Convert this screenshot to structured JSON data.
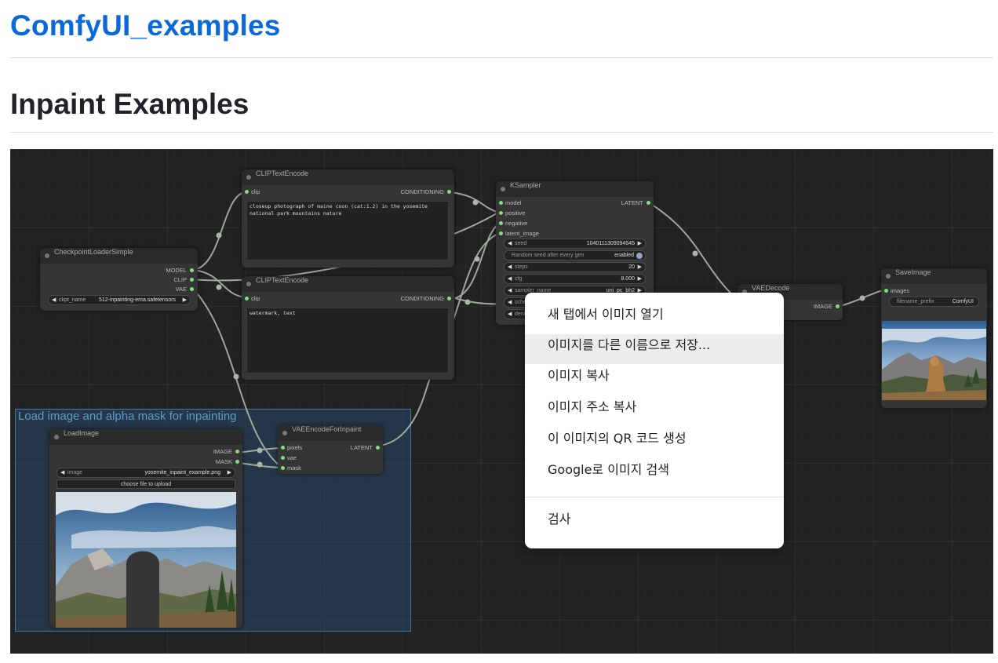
{
  "site": {
    "title": "ComfyUI_examples"
  },
  "page": {
    "heading": "Inpaint Examples"
  },
  "workflow": {
    "group": {
      "title": "Load image and alpha mask for inpainting"
    },
    "nodes": {
      "checkpoint": {
        "title": "CheckpointLoaderSimple",
        "outputs": [
          "MODEL",
          "CLIP",
          "VAE"
        ],
        "widget": {
          "label": "ckpt_name",
          "value": "512-inpainting-ema.safetensors"
        }
      },
      "clip_pos": {
        "title": "CLIPTextEncode",
        "input": "clip",
        "output": "CONDITIONING",
        "text": "closeup photograph of maine coon (cat:1.2) in the yosemite national park mountains nature"
      },
      "clip_neg": {
        "title": "CLIPTextEncode",
        "input": "clip",
        "output": "CONDITIONING",
        "text": "watermark, text"
      },
      "ksampler": {
        "title": "KSampler",
        "inputs": [
          "model",
          "positive",
          "negative",
          "latent_image"
        ],
        "output": "LATENT",
        "seed_label": "seed",
        "seed_value": "1040111309094545",
        "random_label": "Random seed after every gen",
        "random_value": "enabled",
        "steps_label": "steps",
        "steps_value": "20",
        "cfg_label": "cfg",
        "cfg_value": "8.000",
        "sampler_label": "sampler_name",
        "sampler_value": "uni_pc_bh2",
        "scheduler_label": "sche",
        "denoise_label": "deno"
      },
      "vaedecode": {
        "title": "VAEDecode",
        "output": "IMAGE"
      },
      "saveimage": {
        "title": "SaveImage",
        "input": "images",
        "widget": {
          "label": "filename_prefix",
          "value": "ComfyUI"
        }
      },
      "loadimage": {
        "title": "LoadImage",
        "outputs": [
          "IMAGE",
          "MASK"
        ],
        "widget": {
          "label": "image",
          "value": "yosemite_inpaint_example.png"
        },
        "upload_label": "choose file to upload"
      },
      "vaeencode": {
        "title": "VAEEncodeForInpaint",
        "inputs": [
          "pixels",
          "vae",
          "mask"
        ],
        "output": "LATENT"
      }
    }
  },
  "context_menu": {
    "items": [
      "새 탭에서 이미지 열기",
      "이미지를 다른 이름으로 저장...",
      "이미지 복사",
      "이미지 주소 복사",
      "이 이미지의 QR 코드 생성",
      "Google로 이미지 검색"
    ],
    "inspect": "검사"
  }
}
